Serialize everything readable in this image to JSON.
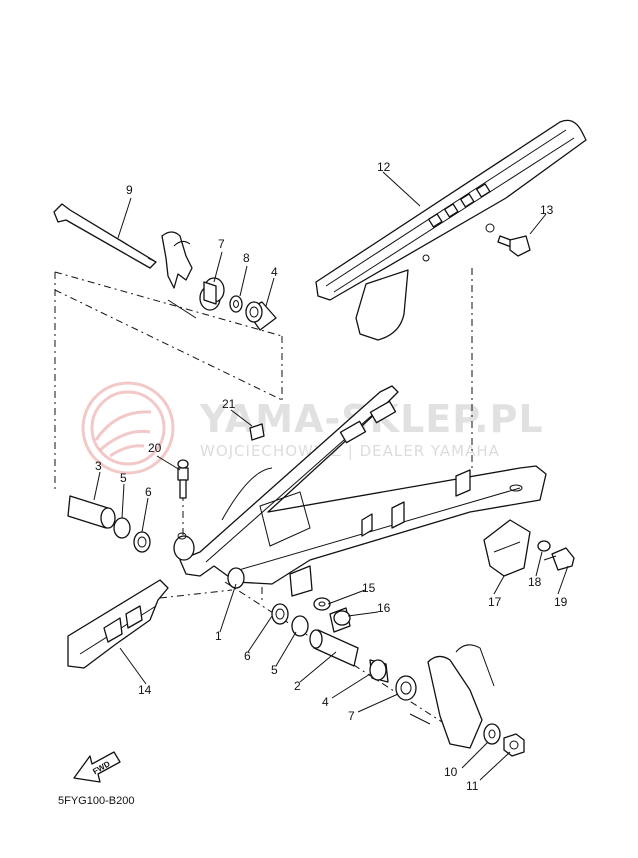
{
  "watermark": {
    "title": "YAMA-SKLEP.PL",
    "subtitle": "WOJCIECHOWICZ | DEALER YAMAHA"
  },
  "diagram_code": "5FYG100-B200",
  "forward_label": "FWD",
  "callouts": [
    {
      "id": "c1",
      "label": "1"
    },
    {
      "id": "c2",
      "label": "2"
    },
    {
      "id": "c3",
      "label": "3"
    },
    {
      "id": "c4a",
      "label": "4"
    },
    {
      "id": "c4b",
      "label": "4"
    },
    {
      "id": "c5a",
      "label": "5"
    },
    {
      "id": "c5b",
      "label": "5"
    },
    {
      "id": "c6a",
      "label": "6"
    },
    {
      "id": "c6b",
      "label": "6"
    },
    {
      "id": "c7a",
      "label": "7"
    },
    {
      "id": "c7b",
      "label": "7"
    },
    {
      "id": "c8",
      "label": "8"
    },
    {
      "id": "c9",
      "label": "9"
    },
    {
      "id": "c10",
      "label": "10"
    },
    {
      "id": "c11",
      "label": "11"
    },
    {
      "id": "c12",
      "label": "12"
    },
    {
      "id": "c13",
      "label": "13"
    },
    {
      "id": "c14",
      "label": "14"
    },
    {
      "id": "c15",
      "label": "15"
    },
    {
      "id": "c16",
      "label": "16"
    },
    {
      "id": "c17",
      "label": "17"
    },
    {
      "id": "c18",
      "label": "18"
    },
    {
      "id": "c19",
      "label": "19"
    },
    {
      "id": "c20",
      "label": "20"
    },
    {
      "id": "c21",
      "label": "21"
    }
  ]
}
